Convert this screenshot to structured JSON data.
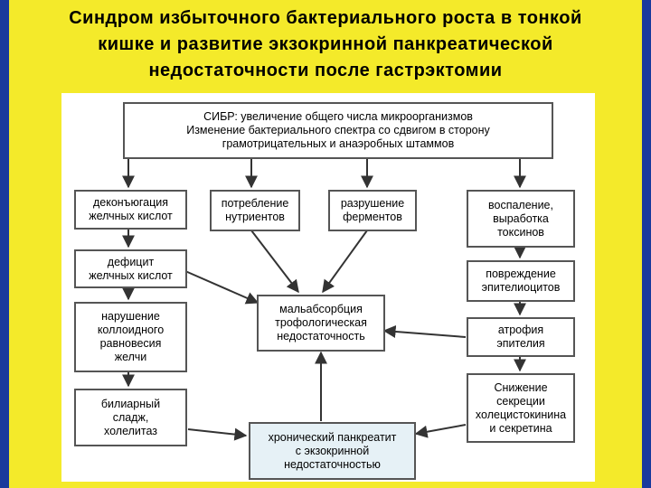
{
  "title": {
    "lines": [
      "Синдром   избыточного  бактериального  роста  в  тонкой",
      "кишке  и  развитие  экзокринной  панкреатической",
      "недостаточности   после   гастрэктомии"
    ]
  },
  "nodes": {
    "sibr": [
      "СИБР: увеличение общего числа микроорганизмов",
      "Изменение бактериального спектра со сдвигом в сторону",
      "грамотрицательных и анаэробных штаммов"
    ],
    "deconjugation": [
      "деконъюгация",
      "желчных кислот"
    ],
    "consumption": [
      "потребление",
      "нутриентов"
    ],
    "destruction": [
      "разрушение",
      "ферментов"
    ],
    "inflammation": [
      "воспаление,",
      "выработка",
      "токсинов"
    ],
    "deficit": [
      "дефицит",
      "желчных кислот"
    ],
    "malabsorption": [
      "мальабсорбция",
      "трофологическая",
      "недостаточность"
    ],
    "damage": [
      "повреждение",
      "эпителиоцитов"
    ],
    "colloid": [
      "нарушение",
      "коллоидного",
      "равновесия",
      "желчи"
    ],
    "atrophy": [
      "атрофия",
      "эпителия"
    ],
    "sludge": [
      "билиарный",
      "сладж,",
      "холелитаз"
    ],
    "secretion": [
      "Снижение",
      "секреции",
      "холецистокинина",
      "и секретина"
    ],
    "pancreatitis": [
      "хронический панкреатит",
      "с экзокринной",
      "недостаточностью"
    ]
  },
  "colors": {
    "background": "#f4ea2a",
    "side_bars": "#1a3a9c",
    "panel": "#ffffff",
    "box_border": "#555555",
    "highlight_box": "#e6f1f6"
  }
}
